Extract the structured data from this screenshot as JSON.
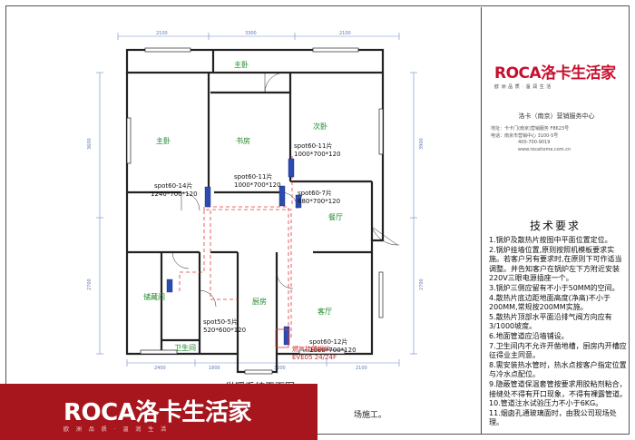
{
  "rooms": {
    "master_top": "主卧",
    "master_left": "主卧",
    "study": "书房",
    "second_bed": "次卧",
    "dining": "餐厅",
    "living": "客厅",
    "storage": "储藏间",
    "kitchen": "厨房",
    "bathroom": "卫生间"
  },
  "radiators": [
    {
      "id": "r1",
      "spec": "spot60-14片",
      "size": "1240*700*120"
    },
    {
      "id": "r2",
      "spec": "spot60-11片",
      "size": "1000*700*120"
    },
    {
      "id": "r3",
      "spec": "spot60-11片",
      "size": "1000*700*120"
    },
    {
      "id": "r4",
      "spec": "spot60-7片",
      "size": "680*700*120"
    },
    {
      "id": "r5",
      "spec": "spot50-5片",
      "size": "520*600*120"
    },
    {
      "id": "r6",
      "spec": "spot60-12片",
      "size": "1080*700*120"
    }
  ],
  "boiler": {
    "label": "燃气挂壁锅炉",
    "model": "EVE05 24/24F"
  },
  "dimensions": {
    "top": [
      "2100",
      "3300",
      "2100"
    ],
    "bottom": [
      "2400",
      "1800",
      "3200",
      "2100"
    ],
    "left": [
      "3600",
      "2700"
    ],
    "right": [
      "3900",
      "2700"
    ]
  },
  "plan_title": "供暖系统平面图",
  "bottom_note": "场施工。",
  "brand": {
    "latin": "ROCA",
    "cn": "洛卡生活家",
    "tagline": "欧 洲 品 质 · 温 润 生 活",
    "color": "#c8102e",
    "footer_color": "#a8161d"
  },
  "company": "洛卡（南京）营销服务中心",
  "contact": {
    "line1": "地址：卡卡门(南京)营销服务 F8623号",
    "line2": "电话：南京市营销中心 3100-5号",
    "phone": "400-700-9019",
    "web": "www.rocahome.com.cn"
  },
  "tech": {
    "title": "技术要求",
    "items": [
      "1.锅炉及散热片按图中平面位置定位。",
      "2.锅炉挂墙位置,原则按照机模板要求实施。若客户另有要求时,在原则下可作适当调整。并告知客户在锅炉左下方附近安装220V三眼电源插座一个。",
      "3.锅炉三侧应留有不小于50MM的空间。",
      "4.散热片底边距地面高度(净高)不小于200MM,常规按200MM实施。",
      "5.散热片顶部水平面沿排气阀方向应有3/1000坡度。",
      "6.地面管道应沿墙铺设。",
      "7.卫生间内不允许开凿地槽，厨房内开槽应征得业主同意。",
      "8.需安装热水管时，热水点按客户指定位置与冷水点配位。",
      "9.隐蔽管道保温套管按要求用胶粘剂粘合，接缝处不得有开口现象，不得有裸露管道。",
      "10.管道注水试验压力不小于6KG。",
      "11.烟囱孔通玻璃面时，由我公司现场处理。"
    ]
  }
}
